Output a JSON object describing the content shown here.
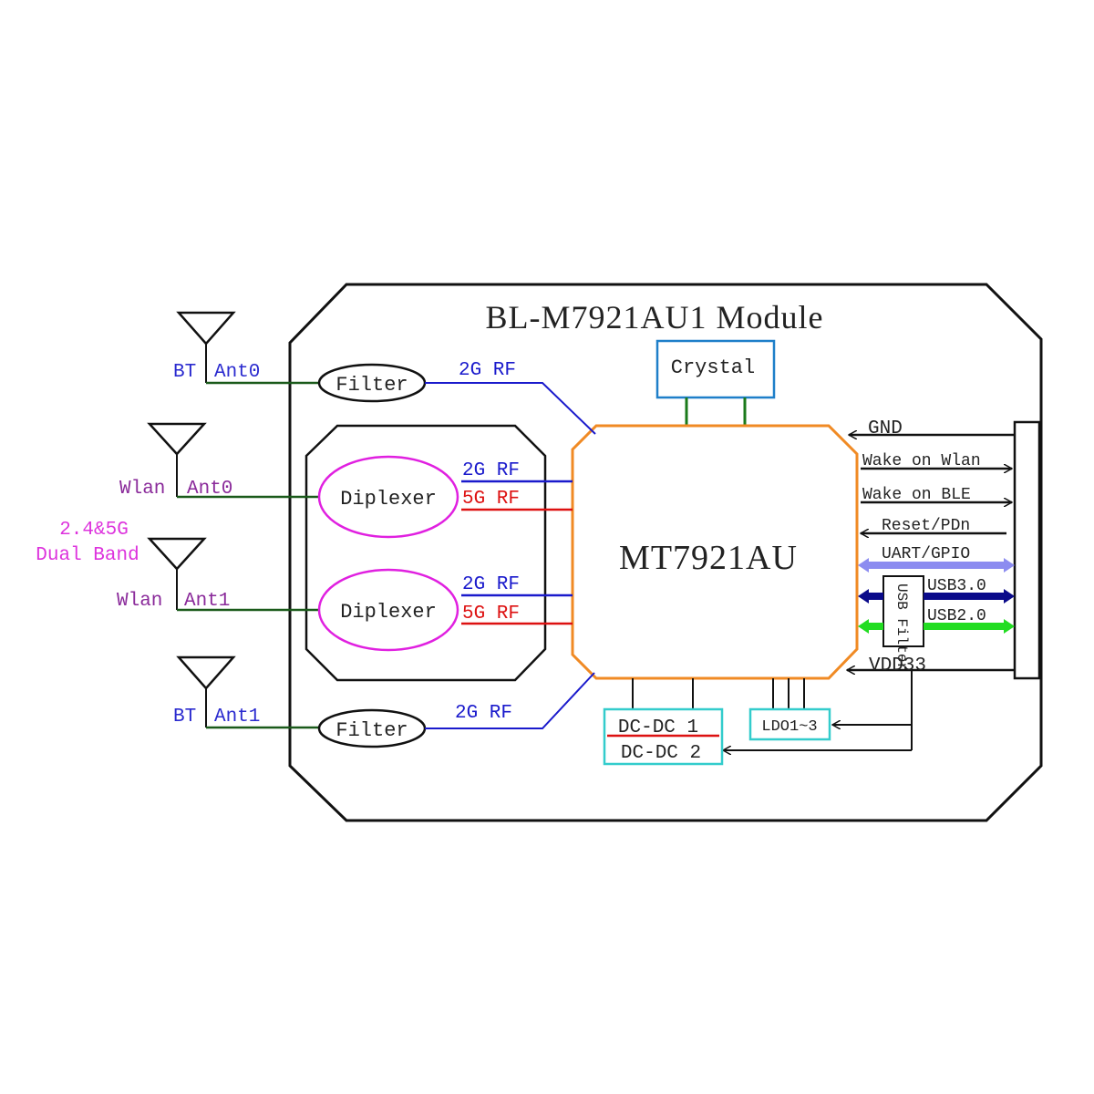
{
  "module": {
    "title": "BL-M7921AU1 Module",
    "chip": "MT7921AU",
    "crystal": "Crystal",
    "usb_filter": "USB Filter",
    "dcdc1": "DC-DC 1",
    "dcdc2": "DC-DC 2",
    "ldo": "LDO1~3"
  },
  "antennas": {
    "bt0_prefix": "BT",
    "bt0": "Ant0",
    "wlan0_prefix": "Wlan",
    "wlan0": "Ant0",
    "dual_band_line1": "2.4&5G",
    "dual_band_line2": "Dual Band",
    "wlan1_prefix": "Wlan",
    "wlan1": "Ant1",
    "bt1_prefix": "BT",
    "bt1": "Ant1"
  },
  "rf": {
    "filter": "Filter",
    "diplexer": "Diplexer",
    "rf_2g": "2G RF",
    "rf_5g": "5G RF"
  },
  "signals": {
    "gnd": "GND",
    "wake_wlan": "Wake on Wlan",
    "wake_ble": "Wake on BLE",
    "reset": "Reset/PDn",
    "uart": "UART/GPIO",
    "usb3": "USB3.0",
    "usb2": "USB2.0",
    "vdd": "VDD33"
  },
  "colors": {
    "outline": "#111111",
    "chip": "#f08a24",
    "crystal": "#1e7fc9",
    "cyan": "#33cccc",
    "diplexer": "#e020e0",
    "rf_2g": "#1a1acc",
    "rf_5g": "#dd1111",
    "green": "#1a7a1a",
    "purple": "#8a2a9a",
    "magenta": "#dd33dd",
    "uart": "#8c8cf0",
    "usb3": "#0a0a8a",
    "usb2": "#22dd22"
  }
}
